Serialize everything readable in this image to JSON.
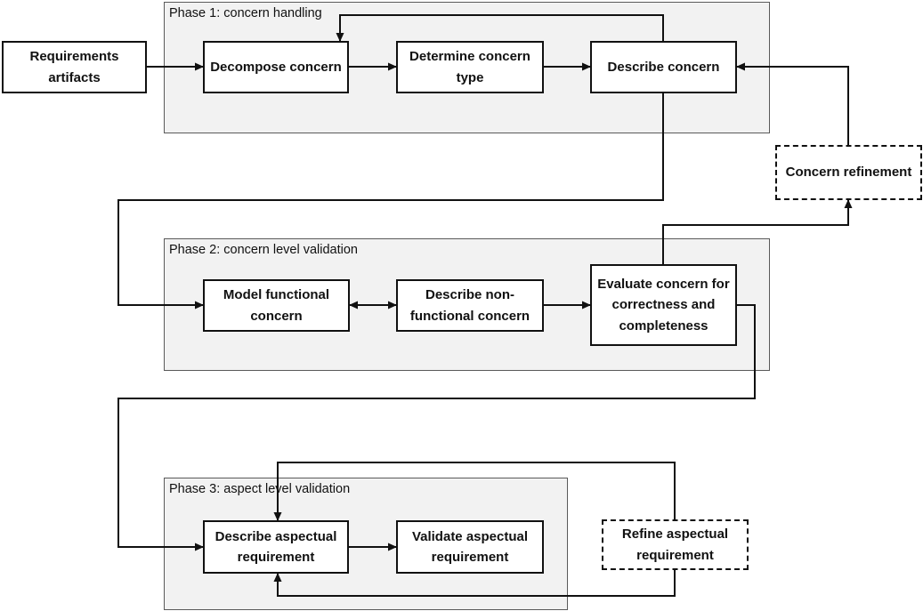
{
  "phases": {
    "phase1": {
      "title": "Phase 1: concern handling"
    },
    "phase2": {
      "title": "Phase 2: concern level validation"
    },
    "phase3": {
      "title": "Phase 3: aspect level validation"
    }
  },
  "nodes": {
    "requirements_artifacts": "Requirements artifacts",
    "decompose_concern": "Decompose concern",
    "determine_concern_type": "Determine concern type",
    "describe_concern": "Describe concern",
    "concern_refinement": "Concern refinement",
    "model_functional_concern": "Model functional concern",
    "describe_nonfunctional_concern": "Describe non-functional concern",
    "evaluate_concern": "Evaluate concern for correctness and completeness",
    "describe_aspectual_requirement": "Describe aspectual requirement",
    "validate_aspectual_requirement": "Validate aspectual requirement",
    "refine_aspectual_requirement": "Refine aspectual requirement"
  }
}
